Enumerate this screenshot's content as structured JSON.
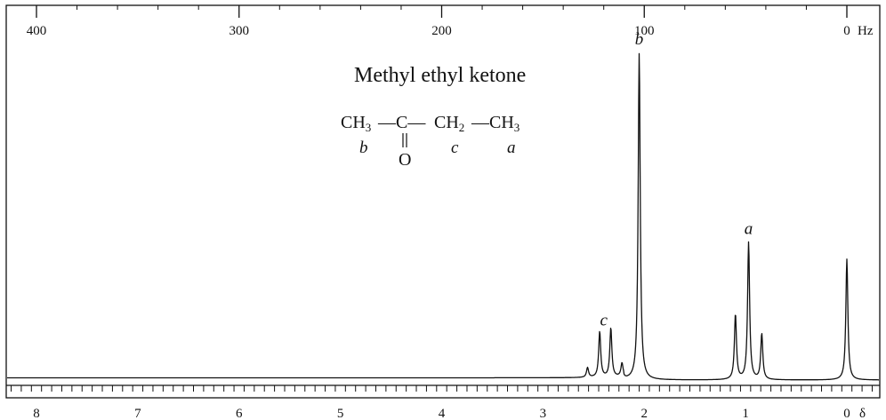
{
  "chart_data": {
    "type": "line",
    "title": "Methyl ethyl ketone",
    "x_bottom": {
      "range": [
        8.25,
        -0.3
      ],
      "tick_labels": [
        "8",
        "7",
        "6",
        "5",
        "4",
        "3",
        "2",
        "1",
        "0"
      ],
      "tick_values": [
        8,
        7,
        6,
        5,
        4,
        3,
        2,
        1,
        0
      ],
      "unit_label": "δ"
    },
    "x_top": {
      "tick_labels": [
        "400",
        "300",
        "200",
        "100",
        "0"
      ],
      "tick_values": [
        400,
        300,
        200,
        100,
        0
      ],
      "unit_label": "Hz"
    },
    "grid": false,
    "structure": {
      "parts": [
        "CH",
        "3",
        "—C—",
        "CH",
        "2",
        "—CH",
        "3"
      ],
      "carbonyl_oxygen": "O",
      "labels": [
        "b",
        "c",
        "a"
      ]
    },
    "peaks": [
      {
        "label": "b",
        "shift_ppm": 2.05,
        "relative_height": 1.0,
        "multiplicity": "singlet"
      },
      {
        "label": "c",
        "shift_ppm": 2.4,
        "relative_height": 0.14,
        "multiplicity": "quartet",
        "lines_ppm": [
          2.56,
          2.44,
          2.33,
          2.22
        ],
        "line_heights": [
          0.03,
          0.14,
          0.15,
          0.04
        ]
      },
      {
        "label": "a",
        "shift_ppm": 0.97,
        "relative_height": 0.42,
        "multiplicity": "triplet",
        "lines_ppm": [
          1.1,
          0.97,
          0.84
        ],
        "line_heights": [
          0.2,
          0.42,
          0.14
        ]
      },
      {
        "label": "",
        "shift_ppm": 0.0,
        "relative_height": 0.37,
        "multiplicity": "singlet"
      }
    ]
  }
}
